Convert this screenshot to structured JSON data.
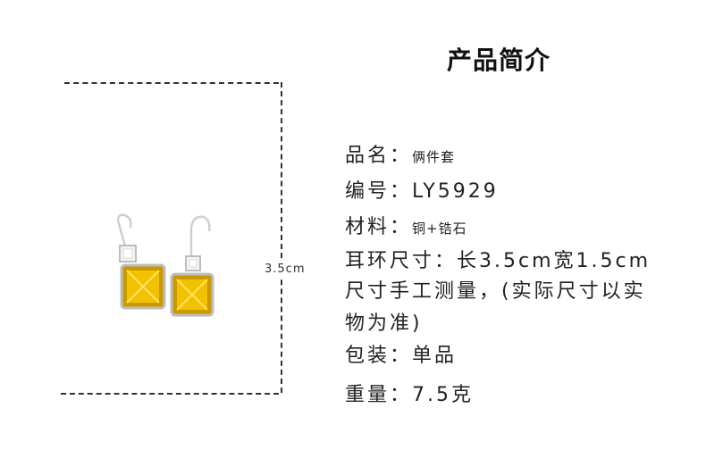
{
  "title": "产品简介",
  "dimension_label": "3.5cm",
  "info": {
    "name_key": "品名：",
    "name_value": "俩件套",
    "code_key": "编号：",
    "code_value": "LY5929",
    "material_key": "材料：",
    "material_value": "铜+锆石",
    "size_key": "耳环尺寸：",
    "size_value": "长3.5cm宽1.5cm",
    "note_line1": "尺寸手工测量，(实际尺寸以实",
    "note_line2": "物为准)",
    "pack_key": "包装：",
    "pack_value": "单品",
    "weight_key": "重量：",
    "weight_value": "7.5克"
  },
  "colors": {
    "gem": "#f2c200",
    "gem_dark": "#c99a00",
    "metal": "#d9d9d9",
    "dash": "#333333"
  }
}
